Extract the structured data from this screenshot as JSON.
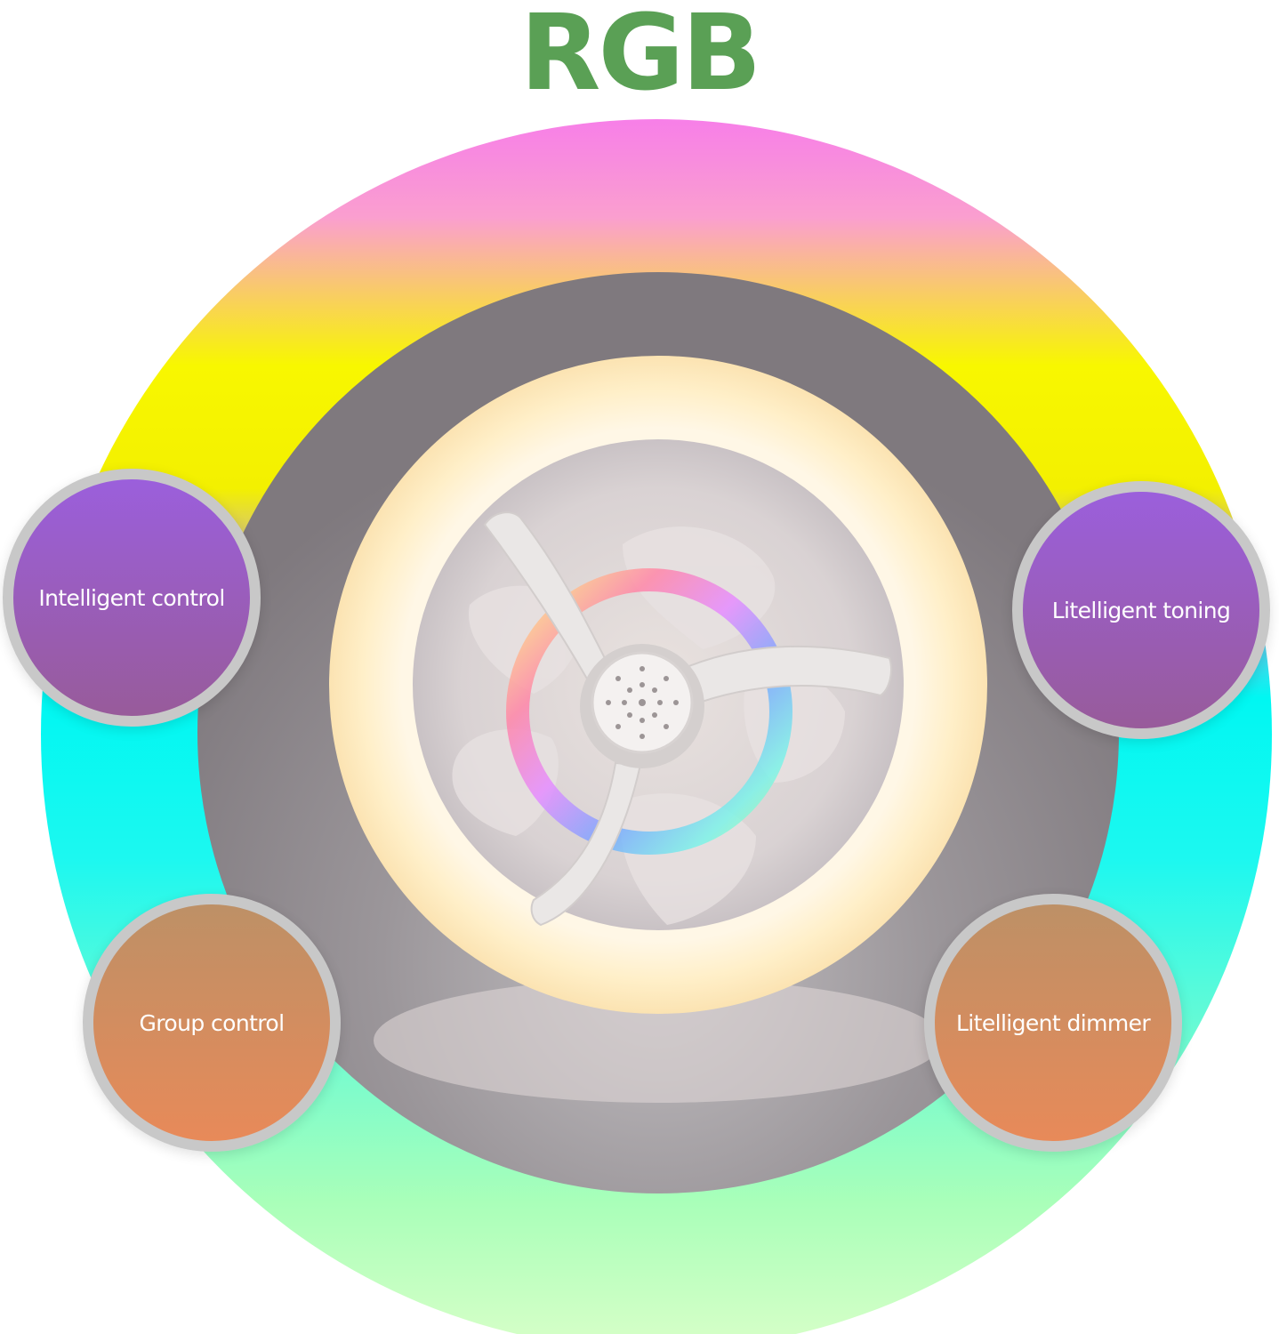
{
  "header": {
    "title": "RGB"
  },
  "features": [
    {
      "label": "Intelligent control"
    },
    {
      "label": "Litelligent toning"
    },
    {
      "label": "Group control"
    },
    {
      "label": "Litelligent dimmer"
    }
  ],
  "colors": {
    "title": "#5aa055",
    "outer_ring_magenta": "#f77fe8",
    "outer_ring_yellow": "#f8f700",
    "outer_ring_cyan": "#00f7f2",
    "outer_ring_mint": "#a9ffb9",
    "disc_gray": "#807a7f",
    "light_ring": "#fff3d4",
    "feature_purple_top": "#9b5fdc",
    "feature_purple_bottom": "#985b9a",
    "feature_orange_top": "#bd9066",
    "feature_orange_bottom": "#e88a59",
    "feature_border": "#c8c8c8"
  }
}
